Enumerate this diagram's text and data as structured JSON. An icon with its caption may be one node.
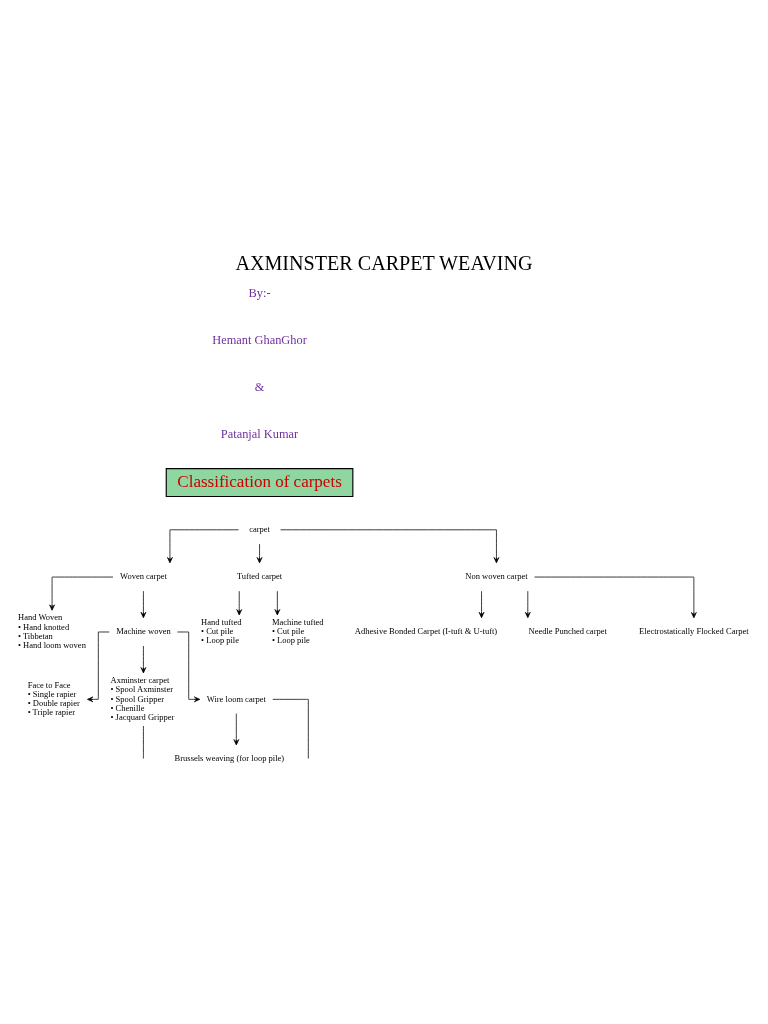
{
  "diagram": {
    "title": "AXMINSTER CARPET WEAVING",
    "nodes": [
      {
        "text": [
          "Classification of carpets"
        ]
      },
      {
        "text": [
          "carpet"
        ]
      },
      {
        "text": [
          "Woven carpet"
        ]
      },
      {
        "text": [
          "Tufted carpet"
        ]
      },
      {
        "text": [
          "Non woven carpet"
        ]
      },
      {
        "text": [
          "Hand Woven",
          "• Hand knotted",
          "• Tibbetan",
          "• Hand loom woven"
        ]
      },
      {
        "text": [
          "Machine woven"
        ]
      },
      {
        "text": [
          "Hand tufted",
          "• Cut pile",
          "• Loop pile"
        ]
      },
      {
        "text": [
          "Machine tufted",
          "• Cut pile",
          "• Loop pile"
        ]
      },
      {
        "text": [
          "Adhesive Bonded Carpet (I-tuft & U-tuft)"
        ]
      },
      {
        "text": [
          "Needle Punched carpet"
        ]
      },
      {
        "text": [
          "Electrostatically Flocked Carpet"
        ]
      },
      {
        "text": [
          "Face to Face",
          "• Single rapier",
          "• Double rapier",
          "• Triple rapier"
        ]
      },
      {
        "text": [
          "Axminster carpet",
          "• Spool Axminster",
          "• Spool Gripper",
          "• Chenille",
          "• Jacquard Gripper"
        ]
      },
      {
        "text": [
          "Wire loom carpet"
        ]
      },
      {
        "text": [
          "Brussels weaving (for loop pile)"
        ]
      }
    ],
    "edges": [
      {
        "from": 1,
        "to": 2,
        "arrow": "to"
      },
      {
        "from": 1,
        "to": 3,
        "arrow": "to"
      },
      {
        "from": 1,
        "to": 4,
        "arrow": "to"
      },
      {
        "from": 2,
        "to": 5,
        "arrow": "to"
      },
      {
        "from": 2,
        "to": 6,
        "arrow": "to"
      },
      {
        "from": 3,
        "to": 7,
        "arrow": "to"
      },
      {
        "from": 3,
        "to": 8,
        "arrow": "to"
      },
      {
        "from": 4,
        "to": 9,
        "arrow": "to"
      },
      {
        "from": 4,
        "to": 10,
        "arrow": "to"
      },
      {
        "from": 4,
        "to": 11,
        "arrow": "to"
      },
      {
        "from": 6,
        "to": 12,
        "arrow": "to"
      },
      {
        "from": 6,
        "to": 13,
        "arrow": "to"
      },
      {
        "from": 6,
        "to": 14,
        "arrow": "to"
      },
      {
        "from": 14,
        "to": 15,
        "arrow": "to"
      },
      {
        "from": 13,
        "to": null,
        "arrow": "none"
      },
      {
        "from": 14,
        "to": null,
        "arrow": "none"
      }
    ],
    "labels": [
      "By:-",
      "Hemant GhanGhor",
      "&",
      "Patanjal Kumar"
    ]
  }
}
